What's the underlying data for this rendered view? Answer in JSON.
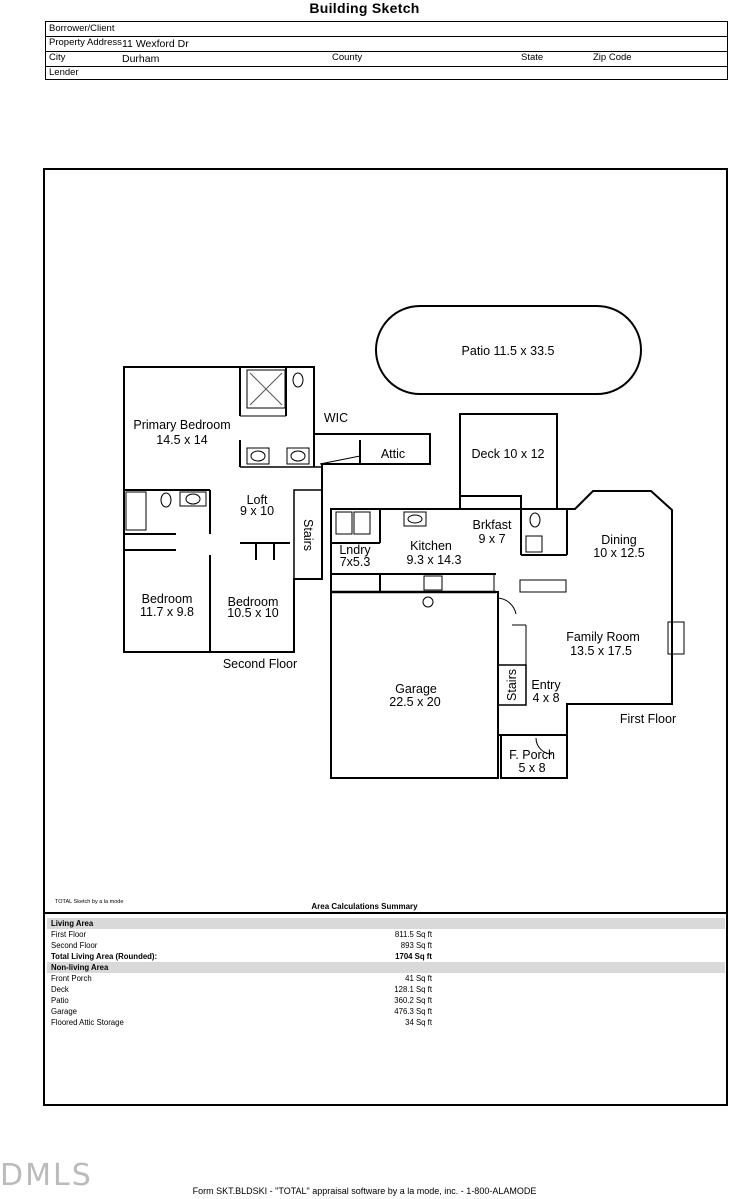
{
  "title": "Building Sketch",
  "header": {
    "borrower_label": "Borrower/Client",
    "address_label": "Property Address",
    "address_value": "11 Wexford Dr",
    "city_label": "City",
    "city_value": "Durham",
    "county_label": "County",
    "state_label": "State",
    "zip_label": "Zip Code",
    "lender_label": "Lender"
  },
  "plan": {
    "patio": "Patio 11.5 x 33.5",
    "primary_bedroom": "Primary Bedroom",
    "primary_bedroom_dim": "14.5 x 14",
    "wic": "WIC",
    "attic": "Attic",
    "deck": "Deck 10 x 12",
    "loft": "Loft",
    "loft_dim": "9 x 10",
    "stairs_upper": "Stairs",
    "bedroom1": "Bedroom",
    "bedroom1_dim": "11.7 x 9.8",
    "bedroom2": "Bedroom",
    "bedroom2_dim": "10.5 x 10",
    "second_floor": "Second Floor",
    "brkfast": "Brkfast",
    "brkfast_dim": "9 x 7",
    "dining": "Dining",
    "dining_dim": "10 x 12.5",
    "lndry": "Lndry",
    "lndry_dim": "7x5.3",
    "kitchen": "Kitchen",
    "kitchen_dim": "9.3 x 14.3",
    "family_room": "Family Room",
    "family_room_dim": "13.5 x 17.5",
    "garage": "Garage",
    "garage_dim": "22.5 x 20",
    "stairs_lower": "Stairs",
    "entry": "Entry",
    "entry_dim": "4 x 8",
    "first_floor": "First Floor",
    "porch": "F. Porch",
    "porch_dim": "5 x 8"
  },
  "summary": {
    "source": "TOTAL Sketch by a la mode",
    "title": "Area Calculations Summary",
    "living_head": "Living Area",
    "living": [
      {
        "name": "First Floor",
        "value": "811.5 Sq ft"
      },
      {
        "name": "Second Floor",
        "value": "893 Sq ft"
      }
    ],
    "total_label": "Total Living Area (Rounded):",
    "total_value": "1704 Sq ft",
    "nonliving_head": "Non-living Area",
    "nonliving": [
      {
        "name": "Front Porch",
        "value": "41 Sq ft"
      },
      {
        "name": "Deck",
        "value": "128.1 Sq ft"
      },
      {
        "name": "Patio",
        "value": "360.2 Sq ft"
      },
      {
        "name": "Garage",
        "value": "476.3 Sq ft"
      },
      {
        "name": "Floored Attic Storage",
        "value": "34 Sq ft"
      }
    ]
  },
  "footer": "Form SKT.BLDSKI - \"TOTAL\" appraisal software by a la mode, inc. - 1-800-ALAMODE",
  "watermark": "DMLS"
}
